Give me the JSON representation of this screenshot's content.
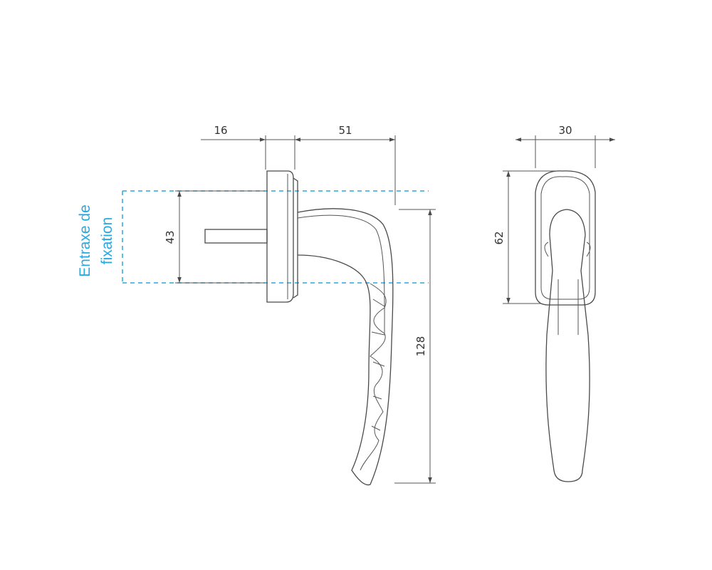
{
  "dimensions": {
    "rosette_depth": "16",
    "lever_projection": "51",
    "rosette_width": "30",
    "rosette_height": "62",
    "fixing_centres": "43",
    "lever_length": "128"
  },
  "annotation": {
    "line1": "Entraxe de",
    "line2": "fixation"
  },
  "colors": {
    "annotation": "#29a9df",
    "linework": "#4a4a4a"
  }
}
